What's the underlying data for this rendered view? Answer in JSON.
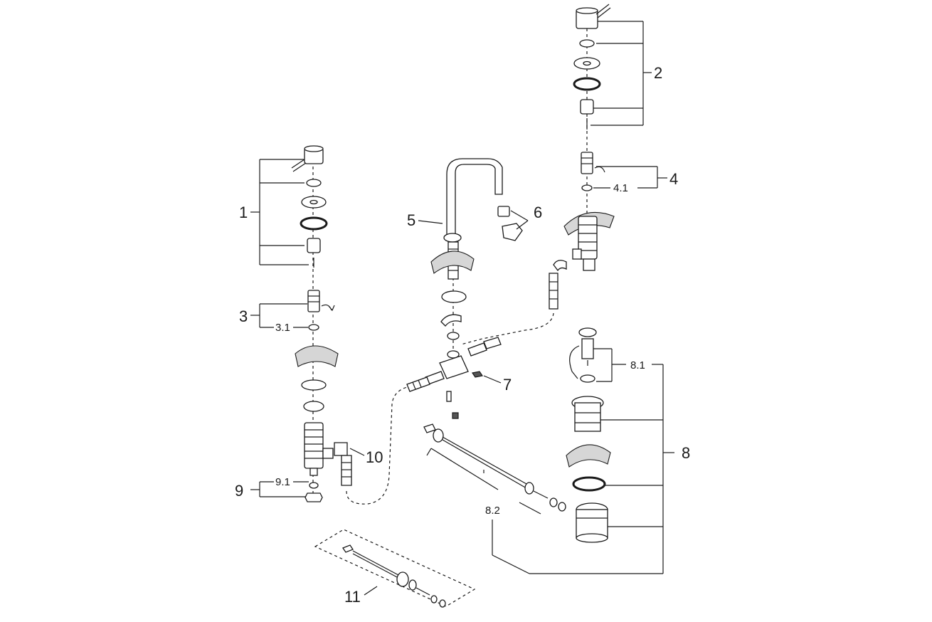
{
  "labels": {
    "l1": "1",
    "l2": "2",
    "l3": "3",
    "l3_1": "3.1",
    "l4": "4",
    "l4_1": "4.1",
    "l5": "5",
    "l6": "6",
    "l7": "7",
    "l8": "8",
    "l8_1": "8.1",
    "l8_2": "8.2",
    "l9": "9",
    "l9_1": "9.1",
    "l10": "10",
    "l11": "11"
  },
  "colors": {
    "line": "#1a1a1a",
    "shade": "#d6d6d6",
    "background": "#ffffff"
  }
}
